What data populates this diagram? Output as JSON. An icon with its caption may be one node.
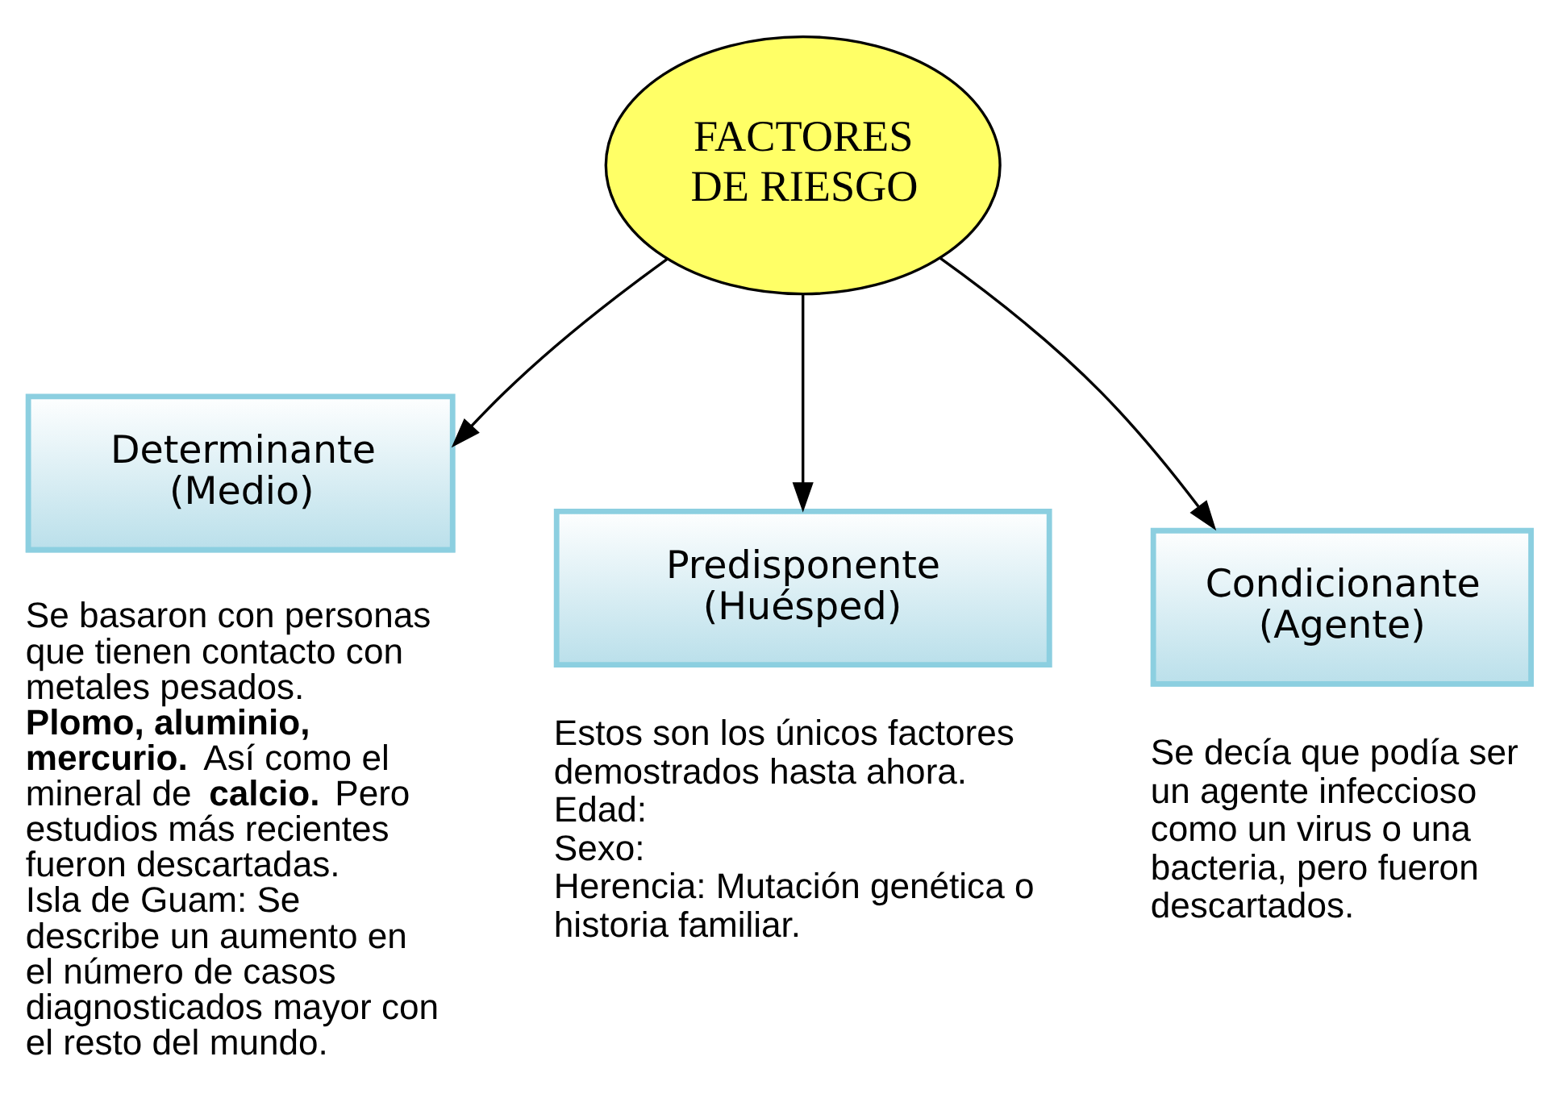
{
  "diagram": {
    "nodes": [
      {
        "text": [
          "FACTORES DE RIESGO"
        ]
      },
      {
        "text": [
          "Determinante (Medio)"
        ],
        "beside": [
          "Se basaron con personas que tienen contacto con metales pesados.",
          "**Plomo, aluminio, mercurio.** Así como el mineral de **calcio.** Pero estudios más recientes fueron descartadas.",
          "Isla de Guam: Se describe un aumento en el número de casos diagnosticados mayor con el resto del mundo."
        ]
      },
      {
        "text": [
          "Predisponente (Huésped)"
        ],
        "beside": [
          "Estos son los únicos factores demostrados hasta ahora.",
          "Edad:",
          "Sexo:",
          "Herencia: Mutación genética o historia familiar."
        ]
      },
      {
        "text": [
          "Condicionante (Agente)"
        ],
        "beside": [
          "Se decía que podía ser un agente infeccioso como un virus o una bacteria, pero fueron descartados."
        ]
      }
    ],
    "edges": [
      {
        "from": 0,
        "to": 1,
        "arrow": "to"
      },
      {
        "from": 0,
        "to": 2,
        "arrow": "to"
      },
      {
        "from": 0,
        "to": 3,
        "arrow": "to"
      }
    ]
  }
}
